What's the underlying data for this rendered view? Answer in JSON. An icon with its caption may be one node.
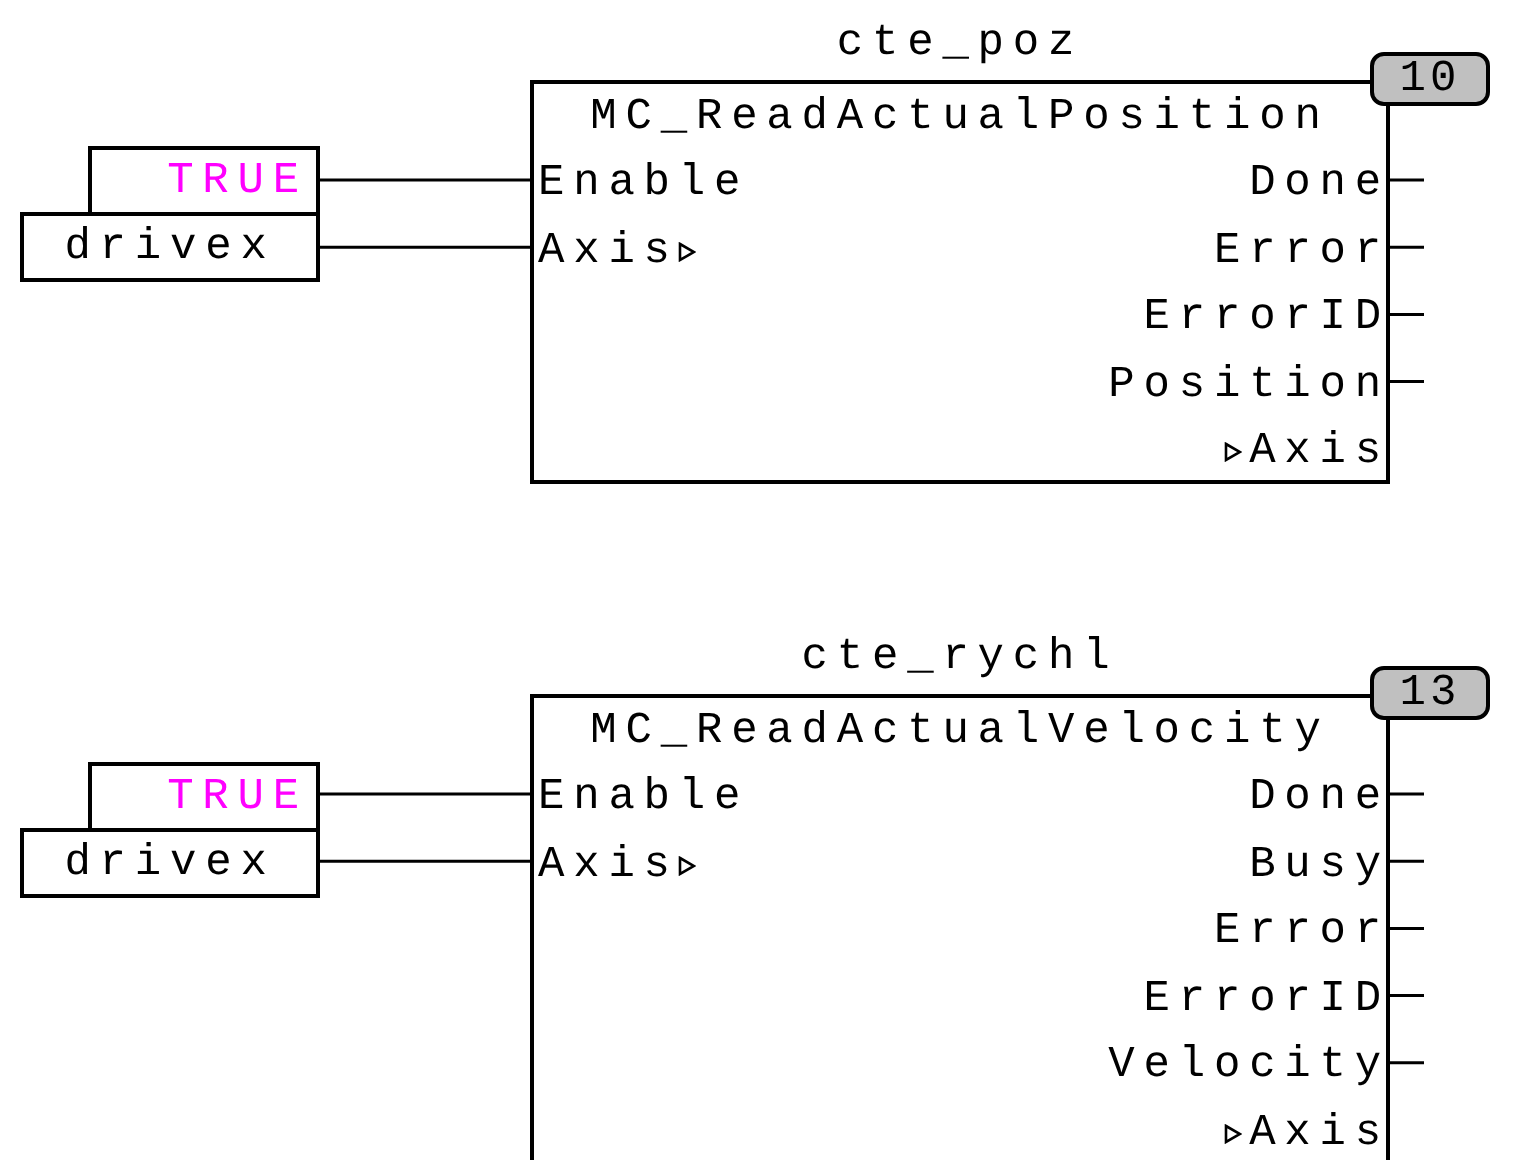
{
  "diagram": {
    "nodes": [
      {
        "text": [
          "cte_poz",
          "MC_ReadActualPosition",
          "Enable",
          "Axis",
          "Done",
          "Error",
          "ErrorID",
          "Position",
          "Axis"
        ],
        "beside": [
          "10"
        ]
      },
      {
        "text": [
          "TRUE"
        ]
      },
      {
        "text": [
          "drivex"
        ]
      },
      {
        "text": [
          "cte_rychl",
          "MC_ReadActualVelocity",
          "Enable",
          "Axis",
          "Done",
          "Busy",
          "Error",
          "ErrorID",
          "Velocity",
          "Axis"
        ],
        "beside": [
          "13"
        ]
      },
      {
        "text": [
          "TRUE"
        ]
      },
      {
        "text": [
          "drivex"
        ]
      }
    ],
    "edges": [
      {
        "from": 1,
        "to": 0,
        "arrow": "none"
      },
      {
        "from": 2,
        "to": 0,
        "arrow": "none"
      },
      {
        "from": 0,
        "to": null,
        "arrow": "none"
      },
      {
        "from": 0,
        "to": null,
        "arrow": "none"
      },
      {
        "from": 0,
        "to": null,
        "arrow": "none"
      },
      {
        "from": 0,
        "to": null,
        "arrow": "none"
      },
      {
        "from": 4,
        "to": 3,
        "arrow": "none"
      },
      {
        "from": 5,
        "to": 3,
        "arrow": "none"
      },
      {
        "from": 3,
        "to": null,
        "arrow": "none"
      },
      {
        "from": 3,
        "to": null,
        "arrow": "none"
      },
      {
        "from": 3,
        "to": null,
        "arrow": "none"
      },
      {
        "from": 3,
        "to": null,
        "arrow": "none"
      },
      {
        "from": 3,
        "to": null,
        "arrow": "none"
      }
    ]
  }
}
